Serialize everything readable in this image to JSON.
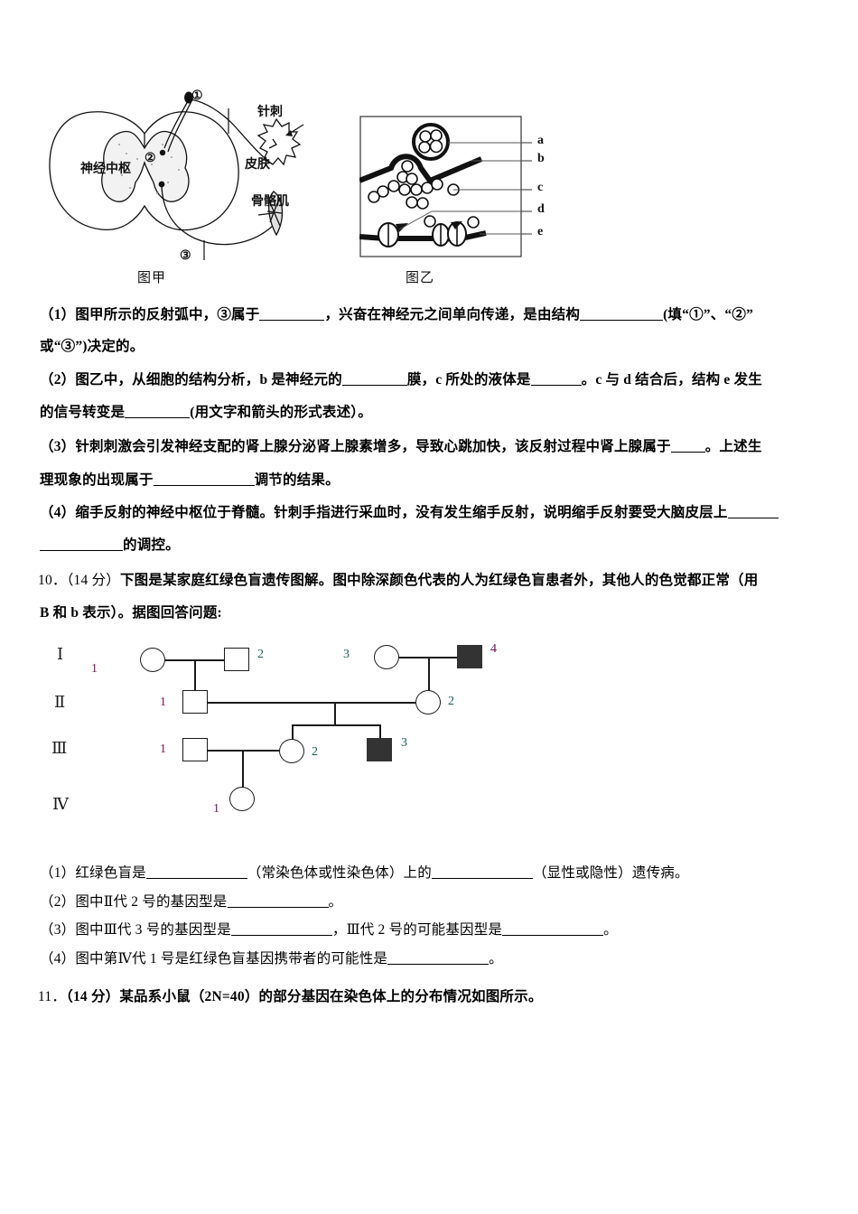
{
  "document": {
    "type": "exam-paper",
    "subject_hint": "biology"
  },
  "figures": {
    "jia": {
      "caption": "图甲",
      "center_label": "神经中枢",
      "markers": [
        "①",
        "②",
        "③"
      ],
      "labels": [
        "针刺",
        "皮肤",
        "骨骼肌"
      ]
    },
    "yi": {
      "caption": "图乙",
      "labels": [
        "a",
        "b",
        "c",
        "d",
        "e"
      ]
    }
  },
  "question9": {
    "parts": [
      {
        "id": "(1)",
        "lines": [
          {
            "segments": [
              {
                "t": "text",
                "v": "（1）图甲所示的反射弧中，③属于"
              },
              {
                "t": "blank",
                "size": "b-md"
              },
              {
                "t": "text",
                "v": "，兴奋在神经元之间单向传递，是由结构"
              },
              {
                "t": "blank",
                "size": "b-lg"
              },
              {
                "t": "text",
                "v": "(填“①”、“②”"
              }
            ]
          },
          {
            "segments": [
              {
                "t": "text",
                "v": "或“③”)决定的。"
              }
            ]
          }
        ]
      },
      {
        "id": "(2)",
        "lines": [
          {
            "segments": [
              {
                "t": "text",
                "v": "（2）图乙中，从细胞的结构分析，b 是神经元的"
              },
              {
                "t": "blank",
                "size": "b-md"
              },
              {
                "t": "text",
                "v": "膜，c 所处的液体是"
              },
              {
                "t": "blank",
                "size": "b-sm"
              },
              {
                "t": "text",
                "v": "。c 与 d 结合后，结构 e 发生"
              }
            ]
          },
          {
            "segments": [
              {
                "t": "text",
                "v": "的信号转变是"
              },
              {
                "t": "blank",
                "size": "b-md"
              },
              {
                "t": "text",
                "v": "(用文字和箭头的形式表述）。"
              }
            ]
          }
        ]
      },
      {
        "id": "(3)",
        "lines": [
          {
            "segments": [
              {
                "t": "text",
                "v": "（3）针刺刺激会引发神经支配的肾上腺分泌肾上腺素增多，导致心跳加快，该反射过程中肾上腺属于"
              },
              {
                "t": "blank",
                "size": "b-xs"
              },
              {
                "t": "text",
                "v": "。上述生"
              }
            ]
          },
          {
            "segments": [
              {
                "t": "text",
                "v": "理现象的出现属于"
              },
              {
                "t": "blank",
                "size": "b-xl"
              },
              {
                "t": "text",
                "v": "调节的结果。"
              }
            ]
          }
        ]
      },
      {
        "id": "(4)",
        "lines": [
          {
            "segments": [
              {
                "t": "text",
                "v": "（4）缩手反射的神经中枢位于脊髓。针刺手指进行采血时，没有发生缩手反射，说明缩手反射要受大脑皮层上"
              },
              {
                "t": "blank",
                "size": "b-sm"
              }
            ]
          },
          {
            "segments": [
              {
                "t": "blank",
                "size": "b-lg"
              },
              {
                "t": "text",
                "v": "的调控。"
              }
            ]
          }
        ]
      }
    ]
  },
  "question10": {
    "number": "10．",
    "marks": "（14 分）",
    "stem_line1": "下图是某家庭红绿色盲遗传图解。图中除深颜色代表的人为红绿色盲患者外，其他人的色觉都正常（用",
    "stem_line2": "B 和 b 表示）。据图回答问题:",
    "parts": [
      {
        "id": "(1)",
        "segments": [
          {
            "t": "text",
            "v": "（1）红绿色盲是"
          },
          {
            "t": "blank",
            "size": "b-xl"
          },
          {
            "t": "text",
            "v": "（常染色体或性染色体）上的"
          },
          {
            "t": "blank",
            "size": "b-xl"
          },
          {
            "t": "text",
            "v": "（显性或隐性）遗传病。"
          }
        ]
      },
      {
        "id": "(2)",
        "segments": [
          {
            "t": "text",
            "v": "（2）图中Ⅱ代 2 号的基因型是"
          },
          {
            "t": "blank",
            "size": "b-xl"
          },
          {
            "t": "text",
            "v": "。"
          }
        ]
      },
      {
        "id": "(3)",
        "segments": [
          {
            "t": "text",
            "v": "（3）图中Ⅲ代 3 号的基因型是"
          },
          {
            "t": "blank",
            "size": "b-xl"
          },
          {
            "t": "text",
            "v": "，Ⅲ代 2 号的可能基因型是"
          },
          {
            "t": "blank",
            "size": "b-xl"
          },
          {
            "t": "text",
            "v": "。"
          }
        ]
      },
      {
        "id": "(4)",
        "segments": [
          {
            "t": "text",
            "v": "（4）图中第Ⅳ代 1 号是红绿色盲基因携带者的可能性是"
          },
          {
            "t": "blank",
            "size": "b-xl"
          },
          {
            "t": "text",
            "v": "。"
          }
        ]
      }
    ]
  },
  "question11": {
    "number": "11．",
    "text": "（14 分）某品系小鼠（2N=40）的部分基因在染色体上的分布情况如图所示。"
  },
  "pedigree": {
    "generations": [
      "Ⅰ",
      "Ⅱ",
      "Ⅲ",
      "Ⅳ"
    ],
    "individuals": [
      {
        "gen": "I",
        "id": "1",
        "sex": "female",
        "affected": false,
        "label_color": "#7a1050"
      },
      {
        "gen": "I",
        "id": "2",
        "sex": "male",
        "affected": false,
        "label_color": "#1b5e56"
      },
      {
        "gen": "I",
        "id": "3",
        "sex": "female",
        "affected": false,
        "label_color": "#1b5e56"
      },
      {
        "gen": "I",
        "id": "4",
        "sex": "male",
        "affected": true,
        "label_color": "#7a1050"
      },
      {
        "gen": "II",
        "id": "1",
        "sex": "male",
        "affected": false,
        "label_color": "#7a1050"
      },
      {
        "gen": "II",
        "id": "2",
        "sex": "female",
        "affected": false,
        "label_color": "#1b5e56"
      },
      {
        "gen": "III",
        "id": "1",
        "sex": "male",
        "affected": false,
        "label_color": "#7a1050"
      },
      {
        "gen": "III",
        "id": "2",
        "sex": "female",
        "affected": false,
        "label_color": "#1b5e56"
      },
      {
        "gen": "III",
        "id": "3",
        "sex": "male",
        "affected": true,
        "label_color": "#1b5e56"
      },
      {
        "gen": "IV",
        "id": "1",
        "sex": "female",
        "affected": false,
        "label_color": "#7a1050"
      }
    ],
    "colors": {
      "affected_fill": "#333333",
      "unaffected_fill": "#ffffff",
      "stroke": "#1a1a1a"
    }
  }
}
